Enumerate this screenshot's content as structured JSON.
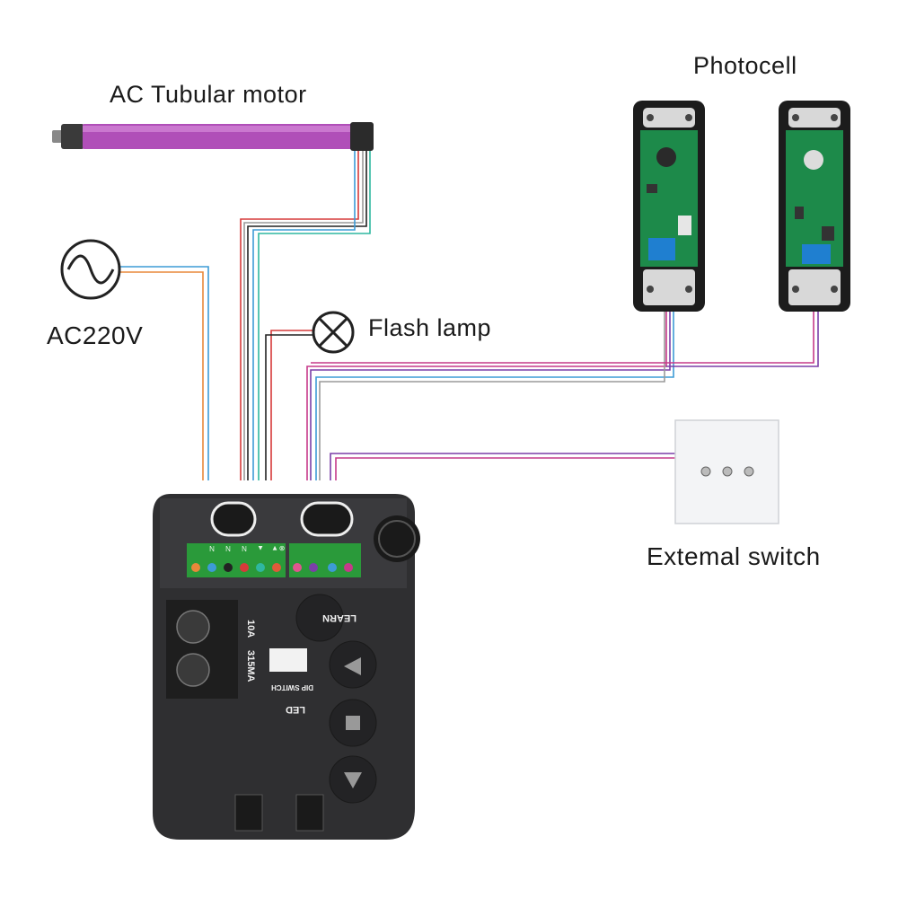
{
  "labels": {
    "motor": "AC  Tubular  motor",
    "photocell": "Photocell",
    "power": "AC220V",
    "flash": "Flash lamp",
    "switch": "Extemal switch"
  },
  "controller": {
    "fuse_upper": "10A",
    "fuse_lower": "315MA",
    "learn": "LEARN",
    "dip_switch": "DIP SWITCH",
    "led": "LED",
    "terminal_marks": [
      "N",
      "N",
      "N",
      "▲",
      "▼",
      "⊗"
    ]
  },
  "colors": {
    "wire_orange": "#e8883a",
    "wire_blue": "#3d9bd6",
    "wire_black": "#222222",
    "wire_red": "#d63a3a",
    "wire_teal": "#2fb7a0",
    "wire_purple": "#7b3fa8",
    "wire_magenta": "#c63a8a",
    "wire_pink": "#e0558f",
    "wire_gray": "#9a9a9a",
    "motor_tube": "#b04fb8",
    "terminal_green": "#2a9a3a",
    "pcb_green": "#1d8a4a",
    "controller_body": "#2f2f31"
  }
}
